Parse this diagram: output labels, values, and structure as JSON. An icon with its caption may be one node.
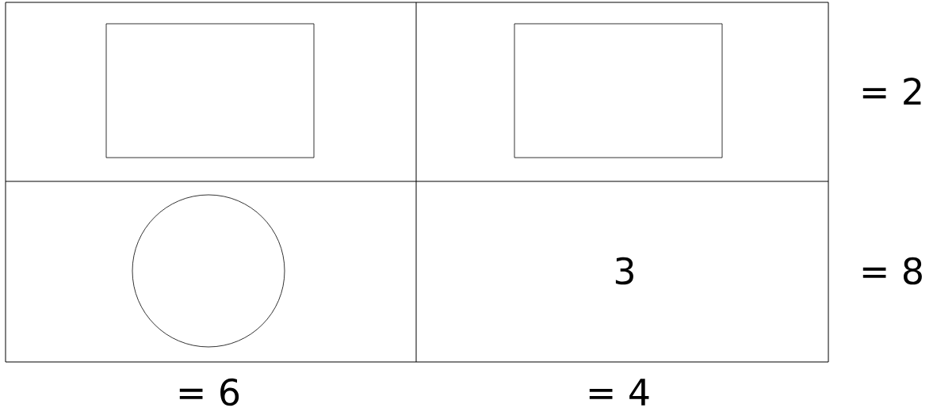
{
  "diagram": {
    "nodes": [
      {
        "text": [],
        "shape": "box"
      },
      {
        "text": [],
        "shape": "box"
      },
      {
        "text": [],
        "shape": "circle"
      }
    ],
    "labels": [
      "= 2",
      "3",
      "= 8",
      "= 6",
      "= 4"
    ]
  }
}
